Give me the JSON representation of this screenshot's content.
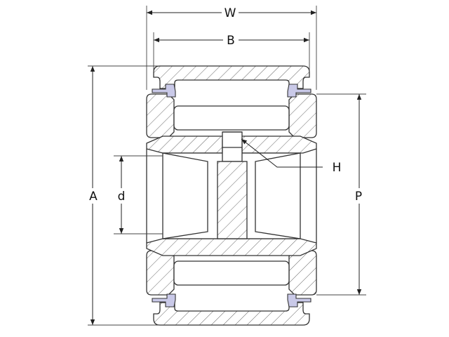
{
  "diagram": {
    "labels": {
      "W": "W",
      "B": "B",
      "A": "A",
      "d": "d",
      "P": "P",
      "H": "H"
    },
    "colors": {
      "line": "#333333",
      "seal": "#c9c9e8",
      "background": "#ffffff"
    }
  }
}
